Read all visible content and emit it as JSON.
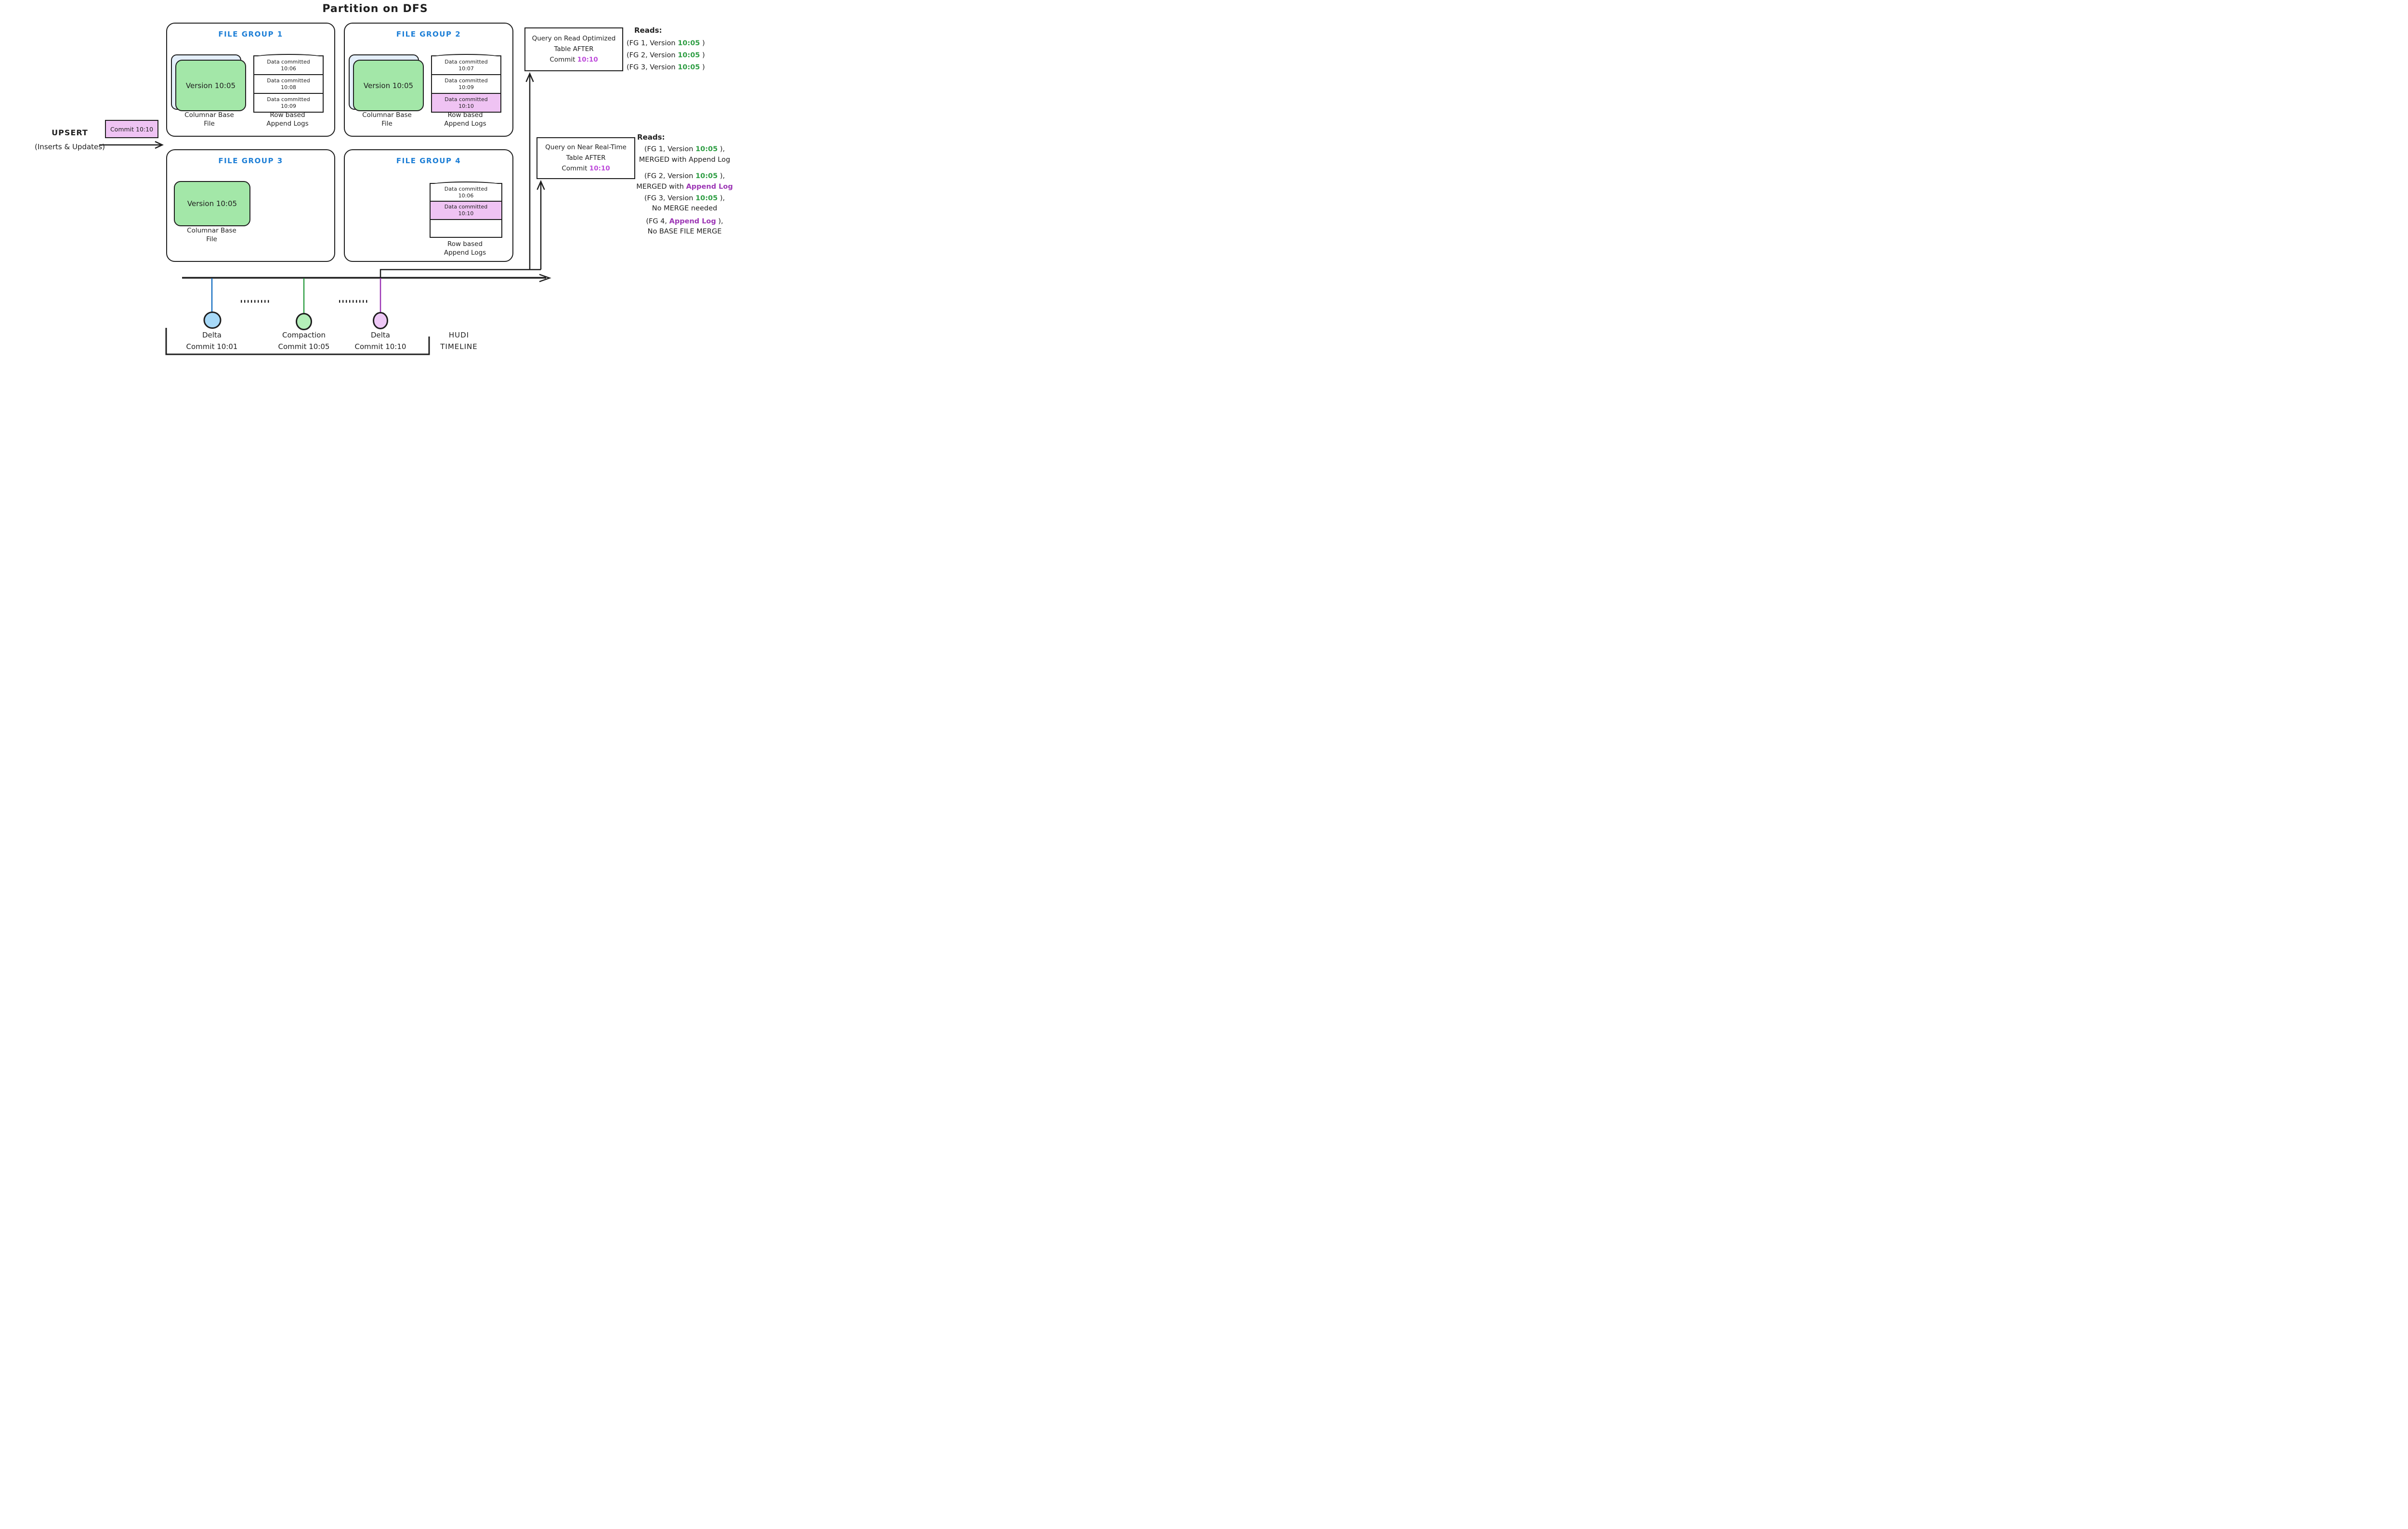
{
  "title": "Partition on DFS",
  "colors": {
    "ink": "#1e1e1e",
    "file_group_header_blue": "#1c7ed6",
    "base_file_green": "#a3e7a8",
    "base_file_shadow_blue": "#e4effb",
    "highlight_pink": "#efc3f3",
    "version_time_green": "#2f9e44",
    "append_log_purple": "#9c36b5",
    "commit_time_violet": "#be4bdb",
    "marker_blue": "#a7d9f8",
    "marker_green": "#b4efb9",
    "marker_pink": "#eec8f6"
  },
  "upsert": {
    "line1": "UPSERT",
    "line2": "(Inserts & Updates)",
    "commit": "Commit 10:10"
  },
  "file_groups": [
    {
      "header": "FILE GROUP 1",
      "base_label": "Version 10:05",
      "base_caption_1": "Columnar Base",
      "base_caption_2": "File",
      "logs_caption_1": "Row based",
      "logs_caption_2": "Append Logs",
      "rows": [
        {
          "text": "Data committed",
          "time": "10:06"
        },
        {
          "text": "Data committed",
          "time": "10:08"
        },
        {
          "text": "Data committed",
          "time": "10:09"
        }
      ]
    },
    {
      "header": "FILE GROUP 2",
      "base_label": "Version 10:05",
      "base_caption_1": "Columnar Base",
      "base_caption_2": "File",
      "logs_caption_1": "Row based",
      "logs_caption_2": "Append Logs",
      "rows": [
        {
          "text": "Data committed",
          "time": "10:07"
        },
        {
          "text": "Data committed",
          "time": "10:09"
        },
        {
          "text": "Data committed",
          "time": "10:10"
        }
      ]
    },
    {
      "header": "FILE GROUP 3",
      "base_label": "Version 10:05",
      "base_caption_1": "Columnar Base",
      "base_caption_2": "File"
    },
    {
      "header": "FILE GROUP 4",
      "logs_caption_1": "Row based",
      "logs_caption_2": "Append Logs",
      "rows": [
        {
          "text": "Data committed",
          "time": "10:06"
        },
        {
          "text": "Data committed",
          "time": "10:10"
        },
        {
          "text": "",
          "time": ""
        }
      ]
    }
  ],
  "queries": {
    "read_optimized": {
      "line1": "Query on Read Optimized",
      "line2": "Table AFTER",
      "commit_prefix": "Commit ",
      "commit_time": "10:10"
    },
    "near_real_time": {
      "line1": "Query on Near Real-Time",
      "line2": "Table AFTER",
      "commit_prefix": "Commit ",
      "commit_time": "10:10"
    }
  },
  "reads_read_optimized": {
    "heading": "Reads:",
    "fg1_pre": "(FG 1, Version ",
    "fg1_time": "10:05",
    "fg1_post": " )",
    "fg2_pre": "(FG 2, Version ",
    "fg2_time": "10:05",
    "fg2_post": " )",
    "fg3_pre": "(FG 3, Version ",
    "fg3_time": "10:05",
    "fg3_post": " )"
  },
  "reads_near_real_time": {
    "heading": "Reads:",
    "fg1_pre": "(FG 1, Version ",
    "fg1_time": "10:05",
    "fg1_post": " ),",
    "fg1_note": "MERGED with Append Log",
    "fg2_pre": "(FG 2, Version ",
    "fg2_time": "10:05",
    "fg2_post": " ),",
    "fg2_note_pre": "MERGED with ",
    "fg2_note_colored": "Append Log",
    "fg3_pre": "(FG 3, Version ",
    "fg3_time": "10:05",
    "fg3_post": " ),",
    "fg3_note": "No MERGE needed",
    "fg4_pre": "(FG 4, ",
    "fg4_colored": "Append Log",
    "fg4_post": " ),",
    "fg4_note": "No BASE FILE MERGE"
  },
  "timeline": {
    "events": [
      {
        "line1": "Delta",
        "line2": "Commit 10:01"
      },
      {
        "line1": "Compaction",
        "line2": "Commit 10:05"
      },
      {
        "line1": "Delta",
        "line2": "Commit 10:10"
      }
    ],
    "label_1": "HUDI",
    "label_2": "TIMELINE"
  }
}
